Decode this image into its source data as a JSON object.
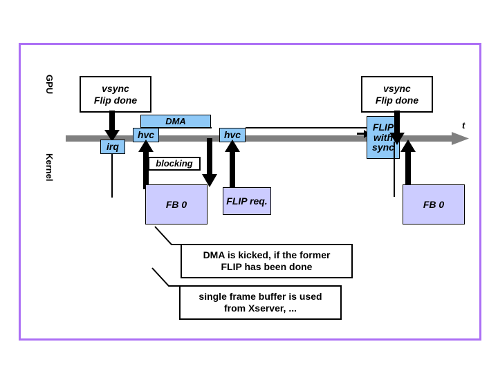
{
  "diagram": {
    "title_lanes": {
      "gpu": "GPU",
      "kernel": "Kernel"
    },
    "time_axis": {
      "label": "t",
      "color": "#808080"
    },
    "frame_color": "#ac6ff5",
    "colors": {
      "blue_box": "#8fc9f7",
      "buffer_box": "#ccccff",
      "line": "#000000",
      "timeline": "#808080"
    },
    "gpu_events": [
      {
        "id": "vsync-left",
        "line1": "vsync",
        "line2": "Flip done"
      },
      {
        "id": "vsync-right",
        "line1": "vsync",
        "line2": "Flip done"
      }
    ],
    "timeline_boxes": [
      {
        "id": "irq",
        "label": "irq"
      },
      {
        "id": "hvc-1",
        "label": "hvc"
      },
      {
        "id": "dma",
        "label": "DMA"
      },
      {
        "id": "hvc-2",
        "label": "hvc"
      },
      {
        "id": "flip-with-sync",
        "label": "FLIP with sync",
        "lines": [
          "FLIP",
          "with",
          "sync"
        ]
      }
    ],
    "kernel_boxes": [
      {
        "id": "blocking",
        "label": "blocking"
      },
      {
        "id": "fb0-left",
        "label": "FB 0"
      },
      {
        "id": "flip-req",
        "label": "FLIP req."
      },
      {
        "id": "fb0-right",
        "label": "FB 0"
      }
    ],
    "notes": [
      {
        "id": "note-dma",
        "line1": "DMA is kicked, if the former",
        "line2": "FLIP has been done"
      },
      {
        "id": "note-fb",
        "line1": "single frame buffer is used",
        "line2": "from Xserver, ..."
      }
    ]
  }
}
